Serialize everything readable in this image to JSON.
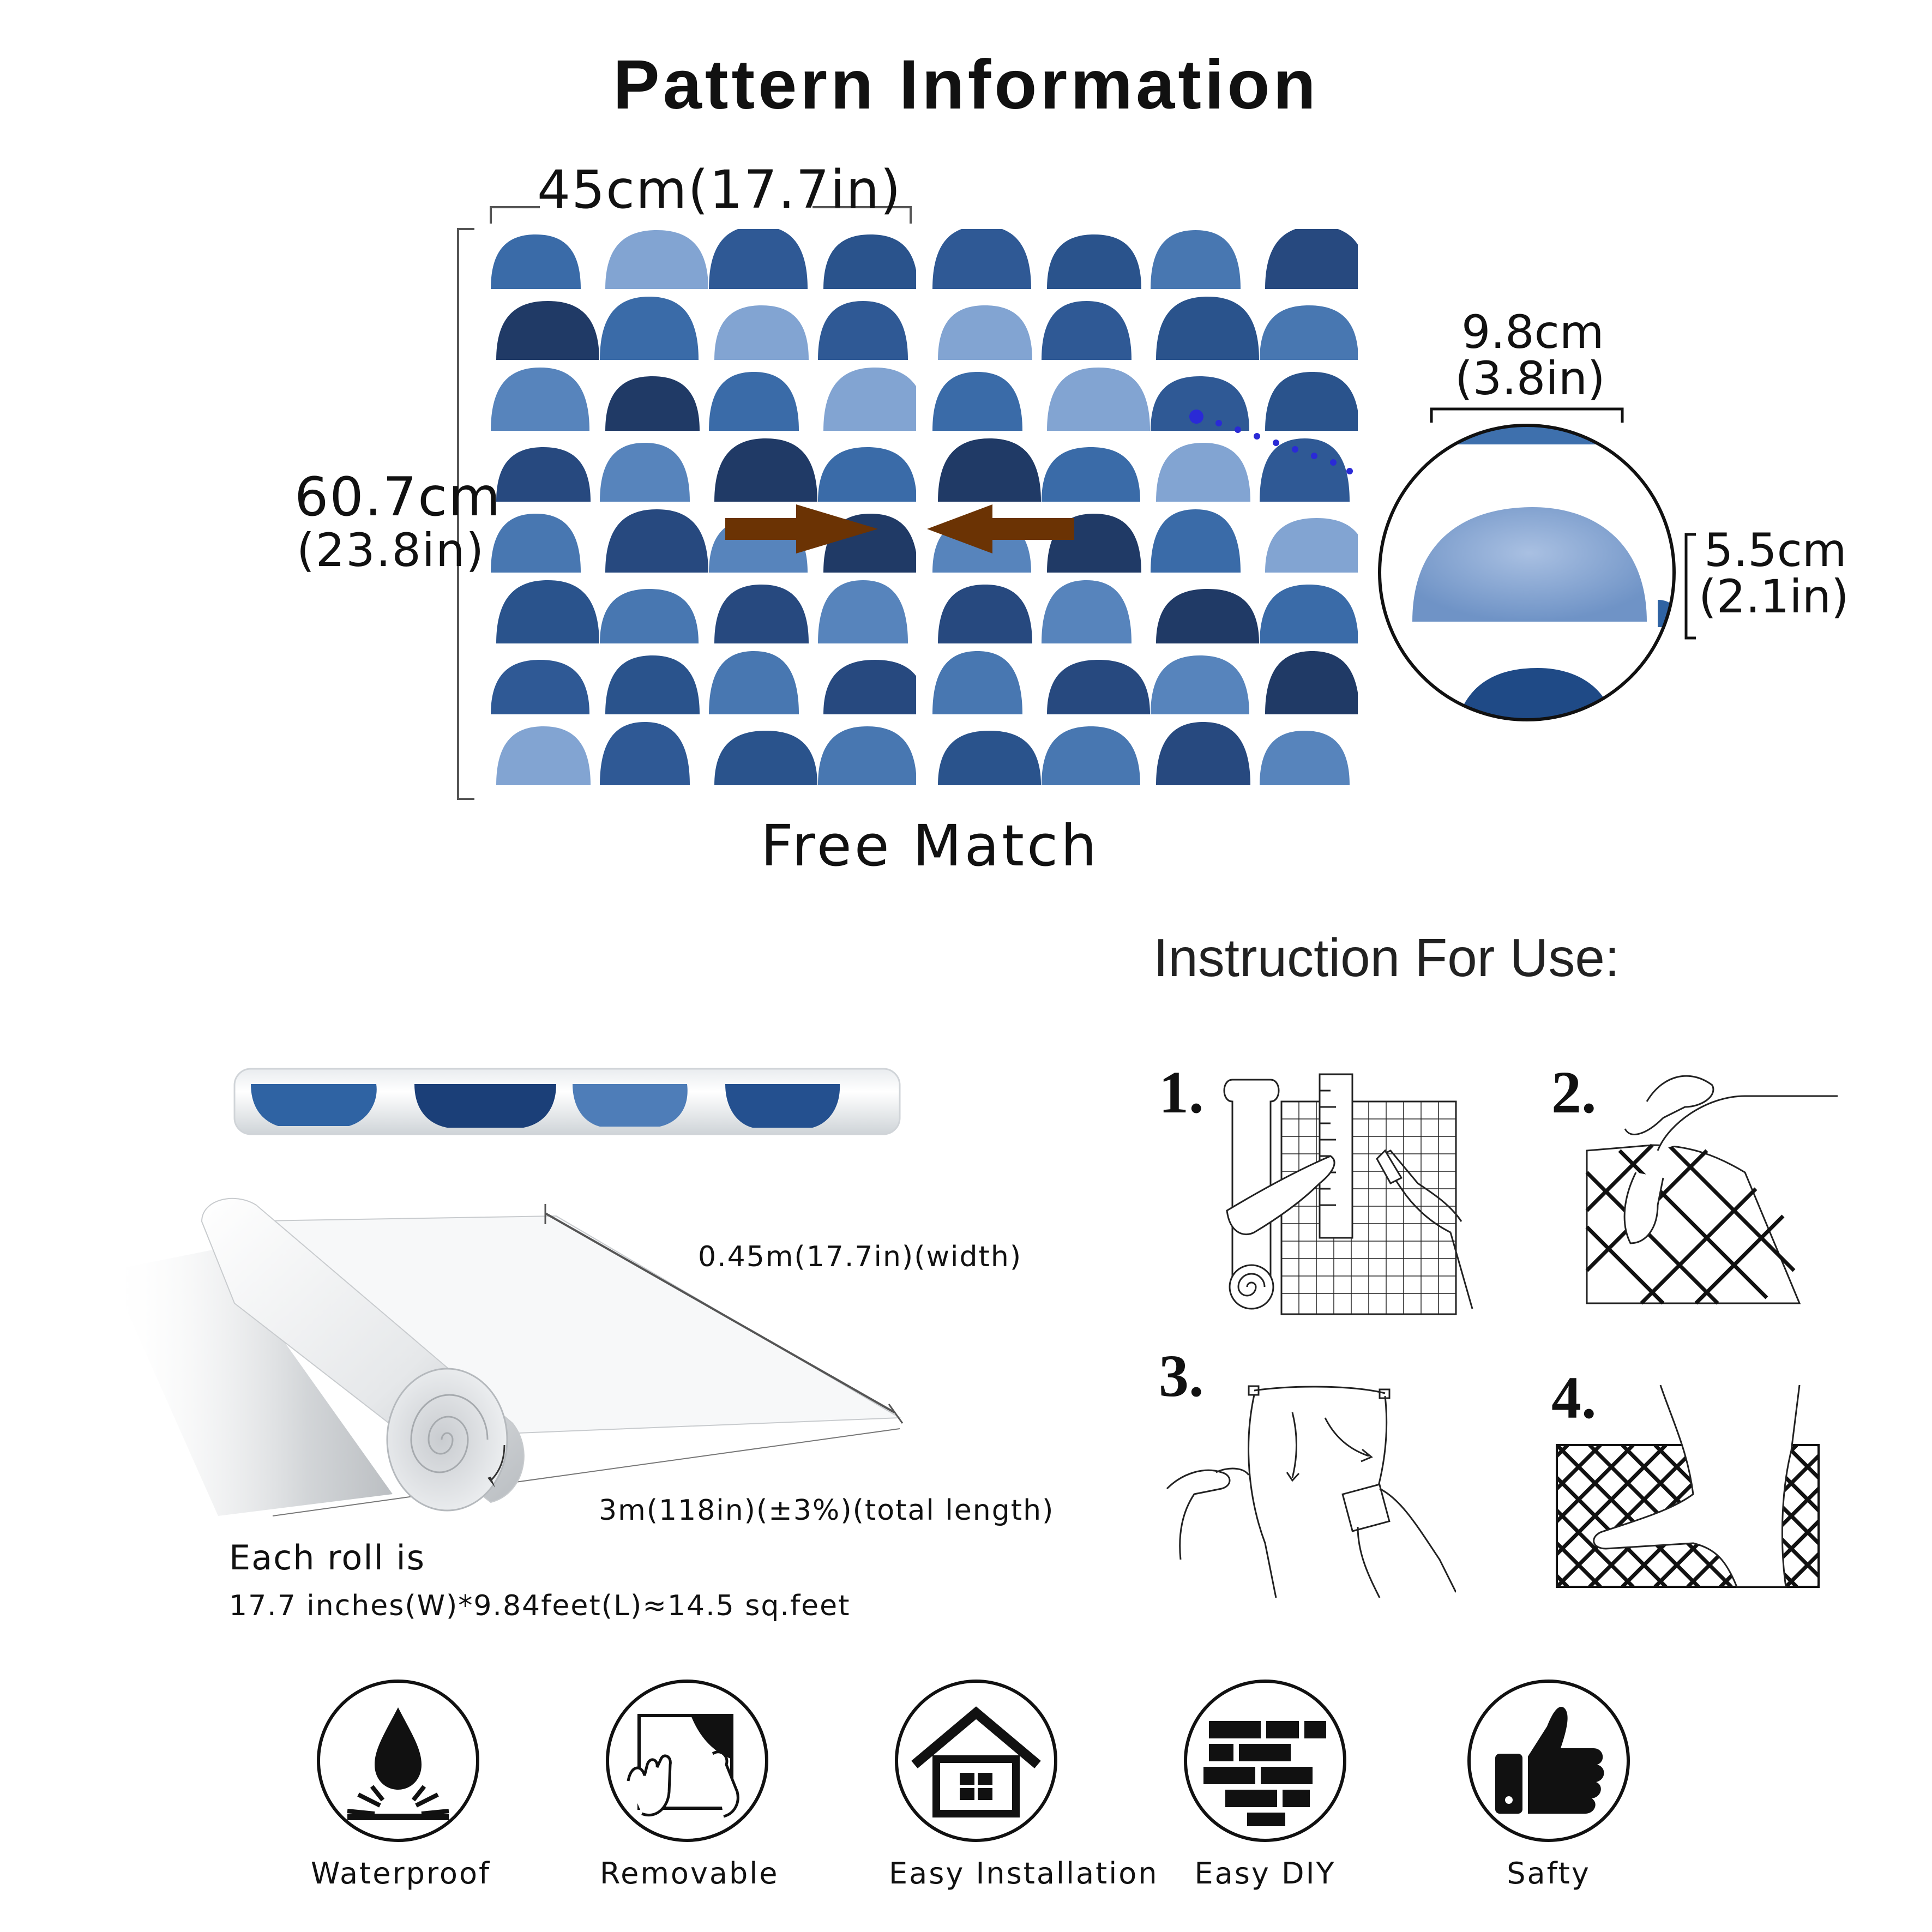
{
  "title": "Pattern Information",
  "pattern": {
    "width_label": "45cm(17.7in)",
    "height_label_cm": "60.7cm",
    "height_label_in": "(23.8in)",
    "match_label": "Free Match"
  },
  "detail": {
    "width_cm": "9.8cm",
    "width_in": "(3.8in)",
    "height_cm": "5.5cm",
    "height_in": "(2.1in)"
  },
  "roll": {
    "width_label": "0.45m(17.7in)(width)",
    "length_label": "3m(118in)(±3%)(total length)",
    "each_roll": "Each roll is",
    "spec": "17.7 inches(W)*9.84feet(L)≈14.5 sq.feet"
  },
  "instructions": {
    "title": "Instruction For Use:",
    "steps": [
      {
        "num": "1."
      },
      {
        "num": "2."
      },
      {
        "num": "3."
      },
      {
        "num": "4."
      }
    ]
  },
  "features": [
    {
      "label": "Waterproof",
      "icon": "water-drop-icon"
    },
    {
      "label": "Removable",
      "icon": "peel-hand-icon"
    },
    {
      "label": "Easy Installation",
      "icon": "house-icon"
    },
    {
      "label": "Easy DIY",
      "icon": "brick-wall-icon"
    },
    {
      "label": "Safty",
      "icon": "thumbs-up-icon"
    }
  ],
  "colors": {
    "blue_dark": "#1b3f78",
    "blue_mid": "#2f63a3",
    "blue_light": "#7b9fd0",
    "arrow_brown": "#6b3304",
    "dot_blue": "#2a2ad6"
  }
}
